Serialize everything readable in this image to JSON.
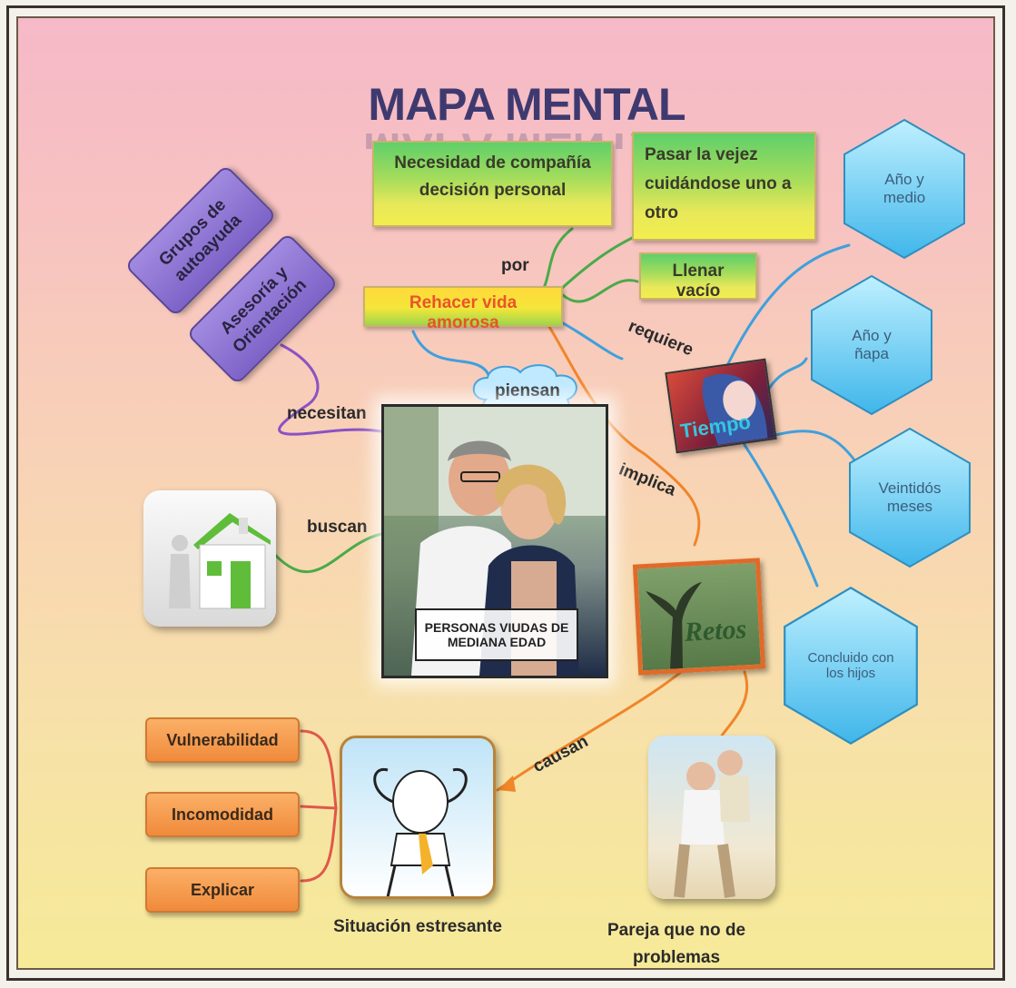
{
  "title": "MAPA MENTAL",
  "boxes": {
    "companion": "Necesidad de compañía decisión personal",
    "old_age": "Pasar la vejez cuidándose uno a otro",
    "fill_void": "Llenar vacío",
    "remake_love": "Rehacer vida amorosa"
  },
  "purple_boxes": {
    "support_groups": "Grupos de autoayuda",
    "counsel": "Asesoría y Orientación"
  },
  "hexagons": [
    "Año y medio",
    "Año y ñapa",
    "Veintidós meses",
    "Concluido con los hijos"
  ],
  "connectors": {
    "por": "por",
    "requiere": "requiere",
    "necesitan": "necesitan",
    "piensan": "piensan",
    "buscan": "buscan",
    "implica": "implica",
    "causan": "causan"
  },
  "images": {
    "tiempo": "Tiempo",
    "retos": "Retos",
    "center_caption": "PERSONAS VIUDAS DE MEDIANA EDAD"
  },
  "orange_buttons": [
    "Vulnerabilidad",
    "Incomodidad",
    "Explicar"
  ],
  "captions": {
    "stress": "Situación estresante",
    "couple": "Pareja que no de problemas"
  }
}
